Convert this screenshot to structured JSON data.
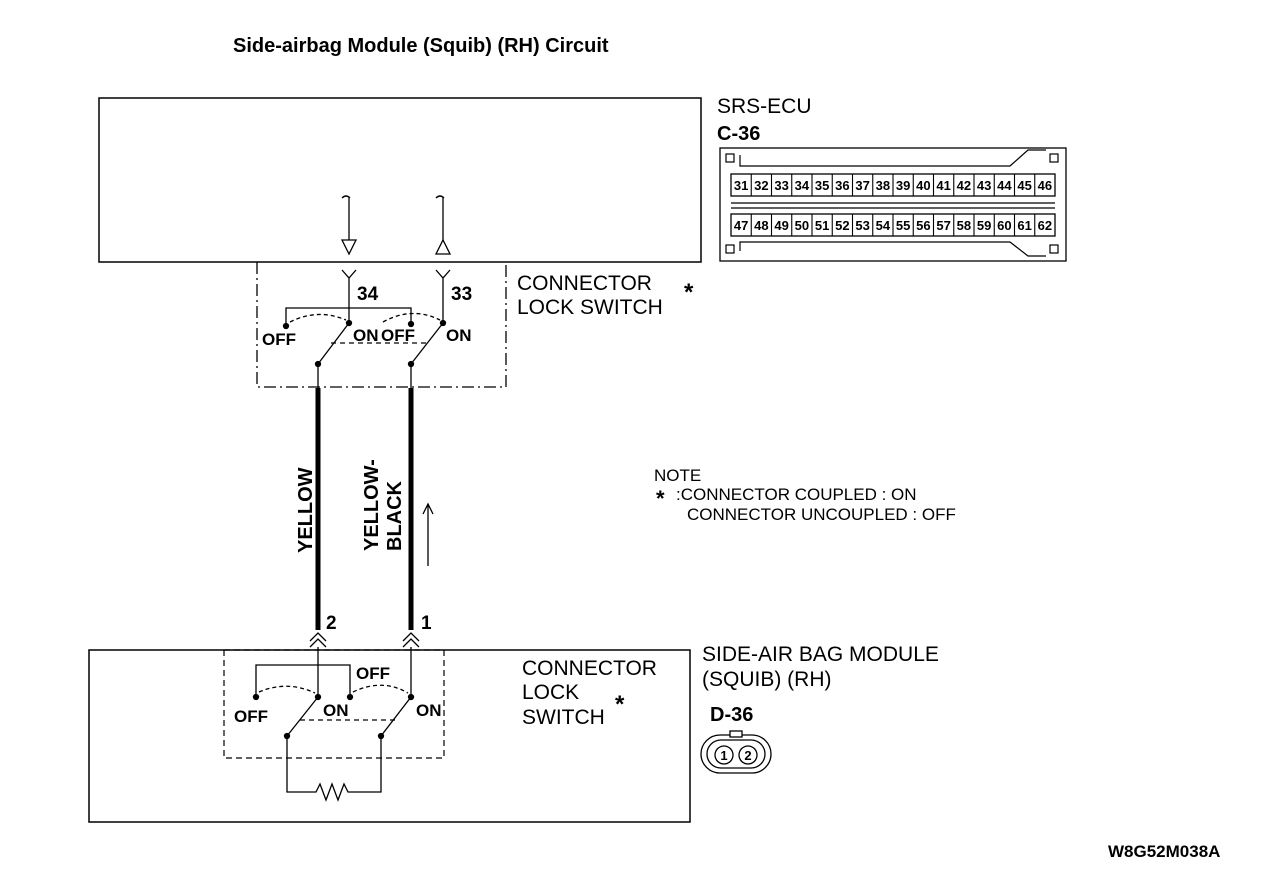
{
  "title": "Side-airbag Module (Squib) (RH) Circuit",
  "ecu": {
    "name": "SRS-ECU",
    "connector": "C-36",
    "pins_top": [
      "31",
      "32",
      "33",
      "34",
      "35",
      "36",
      "37",
      "38",
      "39",
      "40",
      "41",
      "42",
      "43",
      "44",
      "45",
      "46"
    ],
    "pins_bottom": [
      "47",
      "48",
      "49",
      "50",
      "51",
      "52",
      "53",
      "54",
      "55",
      "56",
      "57",
      "58",
      "59",
      "60",
      "61",
      "62"
    ],
    "terminal_left": "34",
    "terminal_right": "33"
  },
  "upper_switch": {
    "label_line1": "CONNECTOR",
    "label_line2": "LOCK SWITCH",
    "asterisk": "*",
    "off_left": "OFF",
    "on_left": "ON",
    "off_right": "OFF",
    "on_right": "ON"
  },
  "wires": {
    "left": "YELLOW",
    "right_line1": "YELLOW-",
    "right_line2": "BLACK",
    "left_pin": "2",
    "right_pin": "1"
  },
  "note": {
    "heading": "NOTE",
    "asterisk": "*",
    "line1": ":CONNECTOR COUPLED : ON",
    "line2": "CONNECTOR UNCOUPLED : OFF"
  },
  "module": {
    "name_line1": "SIDE-AIR BAG MODULE",
    "name_line2": "(SQUIB) (RH)",
    "connector": "D-36",
    "pin1": "1",
    "pin2": "2"
  },
  "lower_switch": {
    "label_line1": "CONNECTOR",
    "label_line2": "LOCK",
    "label_line3": "SWITCH",
    "asterisk": "*",
    "off_left": "OFF",
    "on_left": "ON",
    "off_right": "OFF",
    "on_right": "ON"
  },
  "figure_code": "W8G52M038A"
}
